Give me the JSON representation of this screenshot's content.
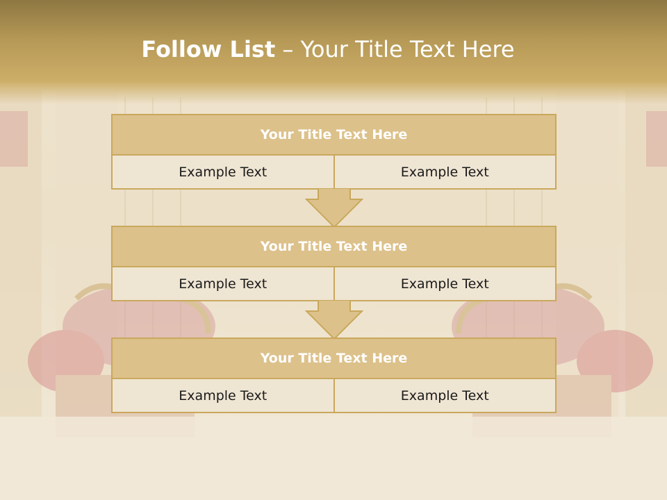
{
  "title": {
    "bold": "Follow List",
    "rest": "– Your Title Text Here"
  },
  "steps": [
    {
      "title": "Your Title Text Here",
      "left": "Example Text",
      "right": "Example Text"
    },
    {
      "title": "Your Title Text Here",
      "left": "Example Text",
      "right": "Example Text"
    },
    {
      "title": "Your Title Text Here",
      "left": "Example Text",
      "right": "Example Text"
    }
  ],
  "colors": {
    "header_band": "#b79a57",
    "block_header": "#dcc18b",
    "block_body": "#efe5d3",
    "border": "#c9a85c",
    "arrow_fill": "#dcc18b"
  },
  "icons": {
    "connector": "down-arrow-icon"
  }
}
